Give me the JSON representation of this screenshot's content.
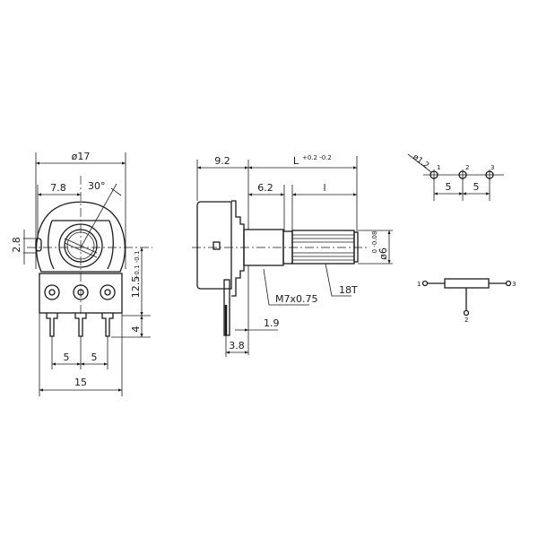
{
  "front_view": {
    "dia_body": "ø17",
    "offset": "7.8",
    "angle": "30°",
    "slot": "2.8",
    "height": "12.5",
    "height_tol": "+0.1 -0.1",
    "pin_length": "4",
    "pitch_left": "5",
    "pitch_right": "5",
    "width": "15"
  },
  "side_view": {
    "body_depth": "9.2",
    "shaft_length": "L",
    "shaft_length_tol": "+0.2 -0.2",
    "bushing_length": "6.2",
    "knurl_length": "l",
    "shaft_dia": "ø6",
    "shaft_dia_tol": "0 -0.08",
    "thread": "M7x0.75",
    "knurl": "18T",
    "flange": "1.9",
    "pin_offset": "3.8"
  },
  "pcb_layout": {
    "hole_dia": "ø1.2",
    "pins": [
      "1",
      "2",
      "3"
    ],
    "pitch_left": "5",
    "pitch_right": "5"
  },
  "schematic": {
    "pins": [
      "1",
      "2",
      "3"
    ]
  }
}
